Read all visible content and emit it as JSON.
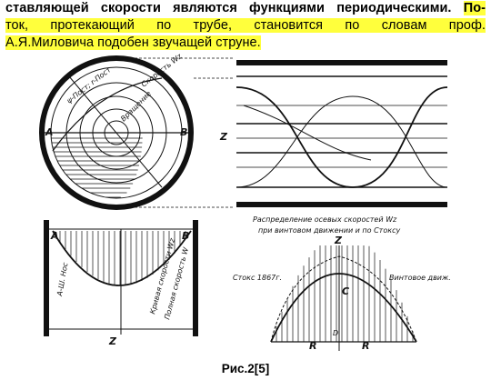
{
  "text": {
    "line1_plain": "ставляющей скорости являются функциями периодическими.",
    "line1_hl": "По-",
    "line2": "ток, протекающий по трубе, становится по словам проф.",
    "line3": "А.Я.Миловича подобен звучащей струне."
  },
  "figure": {
    "caption": "Рис.2[5]",
    "labels": {
      "psi_const": "ψ-Пост; r-Пост",
      "rotation": "Вращение",
      "velocity": "Скорость Wz",
      "A": "A",
      "B": "B",
      "Z": "Z",
      "D": "D",
      "C": "C",
      "R": "R",
      "distribution_title": "Распределение осевых скоростей Wz",
      "distribution_sub": "при винтовом движении и по Стоксу",
      "stokes": "Стокс 1867г.",
      "vinta": "Винтовое движ.",
      "left_label_1": "A-Ш. Нос",
      "left_label_2": "Кривая скорости Wz",
      "left_label_3": "Полная скорость W"
    },
    "colors": {
      "ink": "#111111",
      "highlight": "#ffff3c"
    }
  }
}
